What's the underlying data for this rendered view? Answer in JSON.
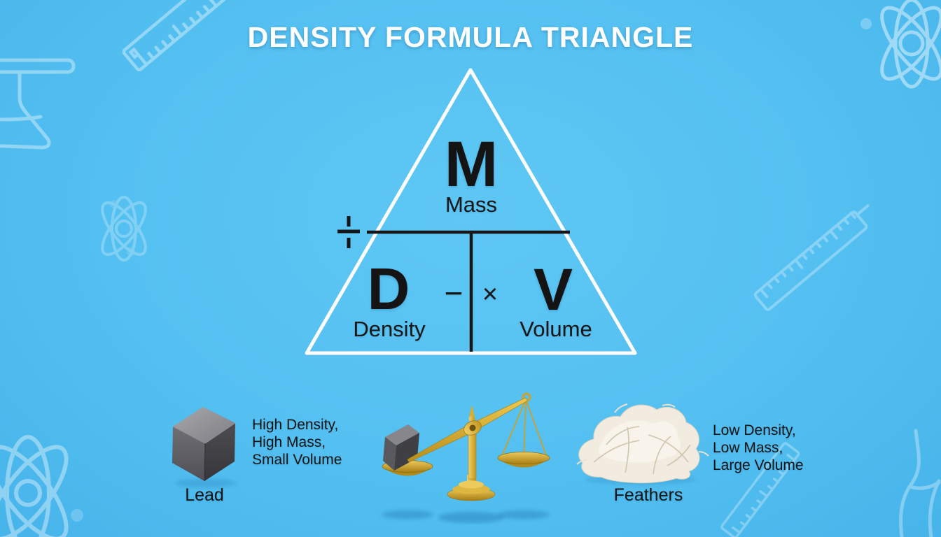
{
  "title": "DENSITY FORMULA TRIANGLE",
  "triangle": {
    "top": {
      "symbol": "M",
      "label": "Mass"
    },
    "left": {
      "symbol": "D",
      "label": "Density"
    },
    "right": {
      "symbol": "V",
      "label": "Volume"
    },
    "operators": {
      "divide": "÷",
      "dash": "−",
      "multiply": "×"
    }
  },
  "examples": {
    "lead": {
      "name": "Lead",
      "properties": [
        "High Density,",
        "High Mass,",
        "Small Volume"
      ]
    },
    "feathers": {
      "name": "Feathers",
      "properties": [
        "Low Density,",
        "Low Mass,",
        "Large Volume"
      ]
    }
  },
  "decorations": {
    "background_icons": [
      "flask",
      "ruler",
      "atom"
    ]
  },
  "colors": {
    "background": "#54c0f1",
    "triangle_outline": "#ffffff",
    "text": "#161616",
    "title_text": "#ffffff",
    "gold": "#d2a62e",
    "lead_gray": "#57575c",
    "feather_white": "#f1ecdf"
  }
}
